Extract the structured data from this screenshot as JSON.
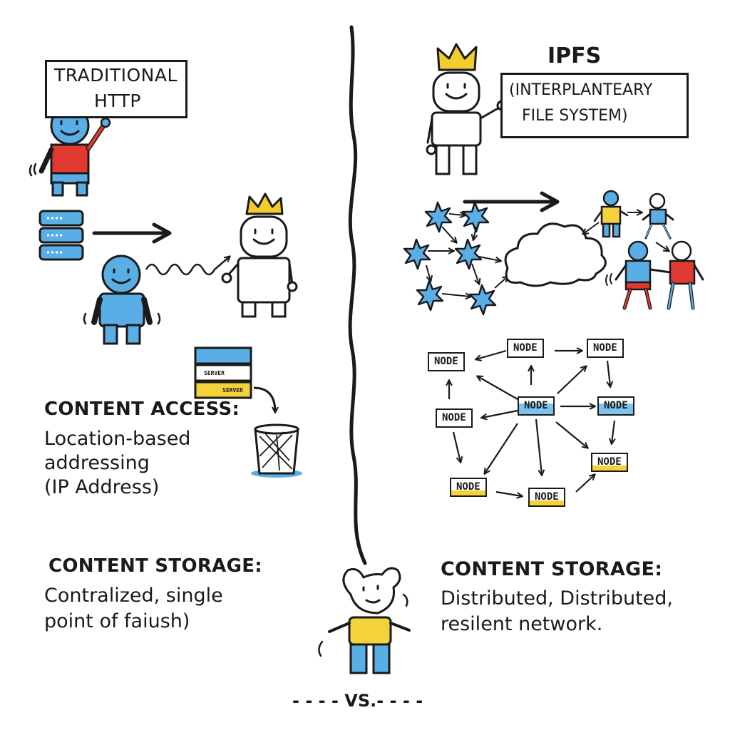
{
  "left": {
    "title_line1": "TRADITIONAL",
    "title_line2": "HTTP",
    "server_label_1": "SERVER",
    "server_label_2": "SERVER",
    "access_heading": "CONTENT ACCESS:",
    "access_line1": "Location-based",
    "access_line2": "addressing",
    "access_line3": "(IP Address)",
    "storage_heading": "CONTENT STORAGE:",
    "storage_line1": "Contralized, single",
    "storage_line2": "point of faiush)"
  },
  "right": {
    "title_main": "IPFS",
    "title_line1": "(INTERPLANTEARY",
    "title_line2": "FILE SYSTEM)",
    "node_label": "NODE",
    "storage_heading": "CONTENT STORAGE:",
    "storage_line1": "Distributed, Distributed,",
    "storage_line2": "resilent network."
  },
  "footer": {
    "vs": "- - - - VS.- - - -"
  },
  "colors": {
    "ink": "#1a1a1a",
    "blue": "#5aaee6",
    "red": "#e03a30",
    "yellow": "#f3d23a",
    "crown": "#f2cd2e"
  }
}
